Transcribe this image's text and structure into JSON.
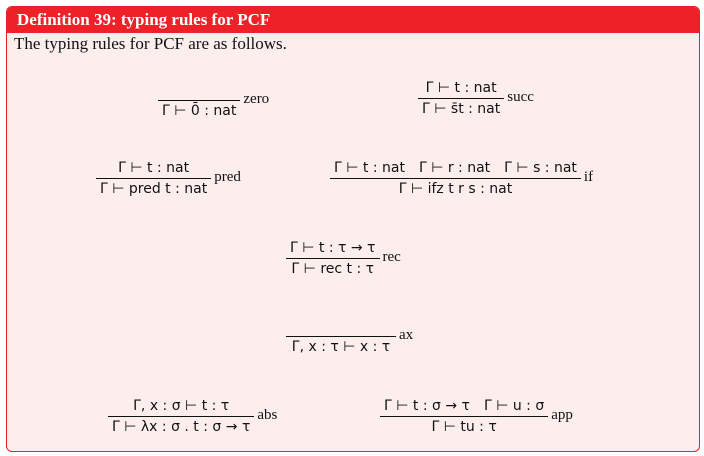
{
  "header": {
    "title": "Definition 39: typing rules for PCF"
  },
  "intro": "The typing rules for PCF are as follows.",
  "rules": {
    "zero": {
      "name": "zero",
      "premises": [],
      "conclusion": "Γ ⊢ 0̄ : nat"
    },
    "succ": {
      "name": "succ",
      "premises": [
        "Γ ⊢ t : nat"
      ],
      "conclusion": "Γ ⊢ s̄t : nat"
    },
    "pred": {
      "name": "pred",
      "premises": [
        "Γ ⊢ t : nat"
      ],
      "conclusion": "Γ ⊢ pred t : nat"
    },
    "if": {
      "name": "if",
      "premises": [
        "Γ ⊢ t : nat",
        "Γ ⊢ r : nat",
        "Γ ⊢ s : nat"
      ],
      "conclusion": "Γ ⊢ ifz t r s : nat"
    },
    "rec": {
      "name": "rec",
      "premises": [
        "Γ ⊢ t : τ → τ"
      ],
      "conclusion": "Γ ⊢ rec t : τ"
    },
    "ax": {
      "name": "ax",
      "premises": [],
      "conclusion": "Γ, x : τ ⊢ x : τ"
    },
    "abs": {
      "name": "abs",
      "premises": [
        "Γ, x : σ ⊢ t : τ"
      ],
      "conclusion": "Γ ⊢ λx : σ . t : σ → τ"
    },
    "app": {
      "name": "app",
      "premises": [
        "Γ ⊢ t : σ → τ",
        "Γ ⊢ u : σ"
      ],
      "conclusion": "Γ ⊢ tu : τ"
    }
  }
}
